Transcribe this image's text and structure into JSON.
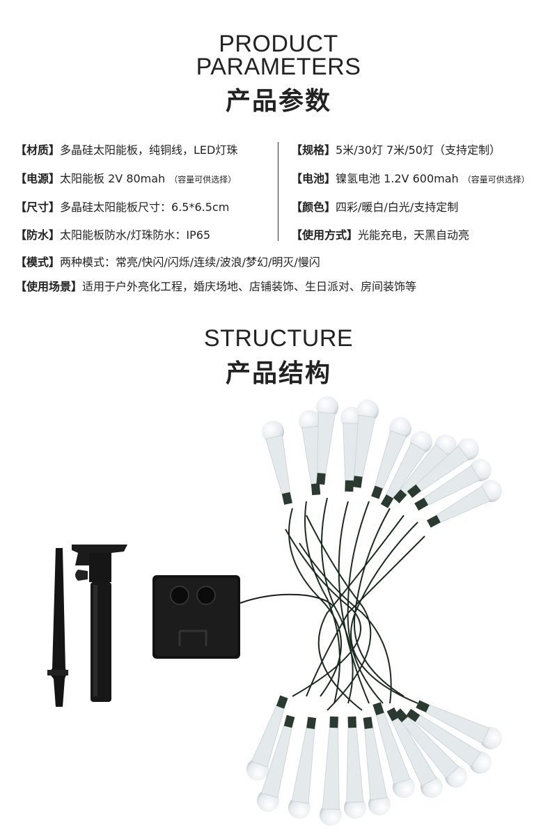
{
  "params": {
    "title_en_1": "PRODUCT",
    "title_en_2": "PARAMETERS",
    "title_cn": "产品参数",
    "left": [
      {
        "label": "【材质】",
        "value": "多晶硅太阳能板，纯铜线，LED灯珠",
        "note": ""
      },
      {
        "label": "【电源】",
        "value": "太阳能板 2V 80mah",
        "note": "（容量可供选择）"
      },
      {
        "label": "【尺寸】",
        "value": "多晶硅太阳能板尺寸：6.5*6.5cm",
        "note": ""
      },
      {
        "label": "【防水】",
        "value": "太阳能板防水/灯珠防水：IP65",
        "note": ""
      }
    ],
    "right": [
      {
        "label": "【规格】",
        "value": "5米/30灯 7米/50灯（支持定制）",
        "note": ""
      },
      {
        "label": "【电池】",
        "value": "镍氢电池 1.2V 600mah",
        "note": "（容量可供选择）"
      },
      {
        "label": "【颜色】",
        "value": "四彩/暖白/白光/支持定制",
        "note": ""
      },
      {
        "label": "【使用方式】",
        "value": "光能充电，天黑自动亮",
        "note": ""
      }
    ],
    "full": [
      {
        "label": "【模式】",
        "value": "两种模式：常亮/快闪/闪烁/连续/波浪/梦幻/明灭/慢闪"
      },
      {
        "label": "【使用场景】",
        "value": "适用于户外亮化工程，婚庆场地、店铺装饰、生日派对、房间装饰等"
      }
    ]
  },
  "structure": {
    "title_en": "STRUCTURE",
    "title_cn": "产品结构"
  },
  "colors": {
    "text": "#222222",
    "product_dark": "#1a1a1a",
    "bulb": "#e8ecef"
  }
}
